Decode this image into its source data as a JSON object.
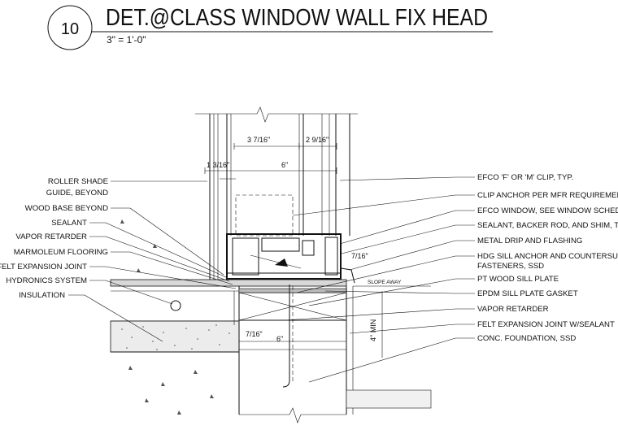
{
  "detail": {
    "number": "10",
    "title": "DET.@CLASS WINDOW WALL FIX HEAD",
    "scale": "3\" = 1'-0\""
  },
  "dimensions": {
    "d1": "3 7/16\"",
    "d2": "2 9/16\"",
    "d3": "1 3/16\"",
    "d4": "6\"",
    "d5": "7/16\"",
    "d6": "7/16\"",
    "d7": "6\"",
    "d8": "4\" MIN",
    "slope": "SLOPE AWAY"
  },
  "left_labels": [
    "ROLLER SHADE",
    "GUIDE, BEYOND",
    "WOOD BASE BEYOND",
    "SEALANT",
    "VAPOR RETARDER",
    "MARMOLEUM FLOORING",
    "FELT EXPANSION JOINT",
    "HYDRONICS SYSTEM",
    "INSULATION"
  ],
  "right_labels": [
    "EFCO 'F' OR 'M' CLIP, TYP.",
    "CLIP ANCHOR PER MFR REQUIREMENTS",
    "EFCO WINDOW, SEE WINDOW SCHEDULE",
    "SEALANT, BACKER ROD, AND SHIM, TYP.",
    "METAL DRIP AND FLASHING",
    "HDG SILL ANCHOR AND COUNTERSUNK",
    "FASTENERS, SSD",
    "PT WOOD SILL PLATE",
    "EPDM SILL PLATE GASKET",
    "VAPOR RETARDER",
    "FELT EXPANSION JOINT W/SEALANT",
    "CONC. FOUNDATION, SSD"
  ]
}
